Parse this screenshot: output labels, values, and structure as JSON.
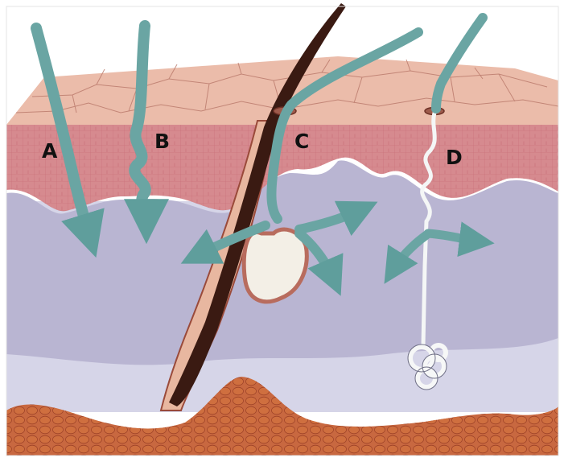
{
  "labels": {
    "a": "A",
    "b": "B",
    "c": "C",
    "d": "D"
  },
  "colors": {
    "background": "#ffffff",
    "epidermis": "#e9b8a6",
    "dermis": "#d98a8e",
    "papillary_dermis": "#bdb9d4",
    "deep_dermis": "#d4d3e6",
    "subcutis": "#c8603a",
    "penetration_path": "#6ea7a7",
    "hair": "#3a1a12",
    "sweat_duct": "#f4f6f6"
  },
  "icons": [
    "penetration-arrow",
    "hair-shaft",
    "sweat-gland"
  ]
}
